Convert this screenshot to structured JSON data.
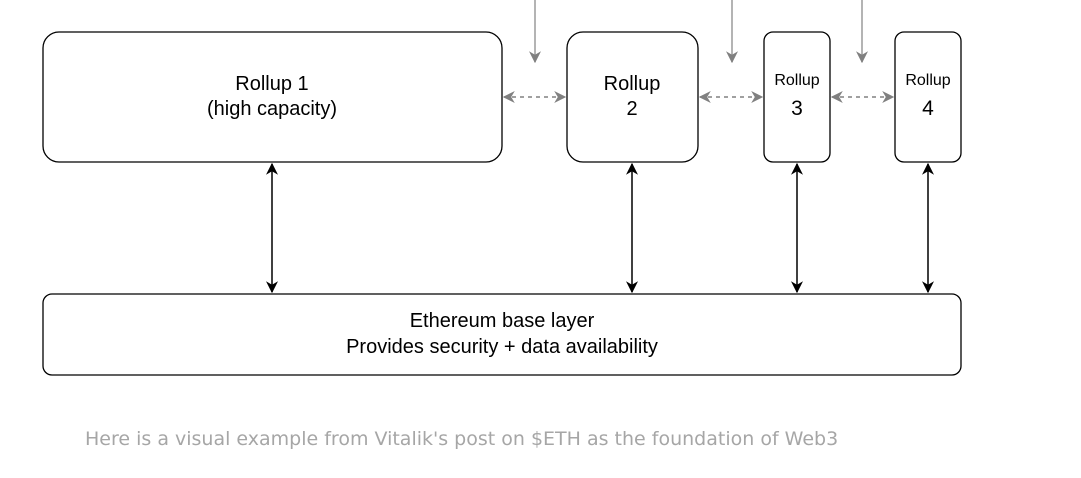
{
  "diagram": {
    "rollup1": {
      "line1": "Rollup 1",
      "line2": "(high capacity)"
    },
    "rollup2": {
      "line1": "Rollup",
      "line2": "2"
    },
    "rollup3": {
      "line1": "Rollup",
      "line2": "3"
    },
    "rollup4": {
      "line1": "Rollup",
      "line2": "4"
    },
    "base": {
      "line1": "Ethereum base layer",
      "line2": "Provides security + data availability"
    }
  },
  "caption": "Here is a visual example from Vitalik's post on $ETH as the foundation of Web3",
  "colors": {
    "stroke": "#000000",
    "dashed_arrow": "#808080",
    "caption_text": "#a6a6a6"
  }
}
